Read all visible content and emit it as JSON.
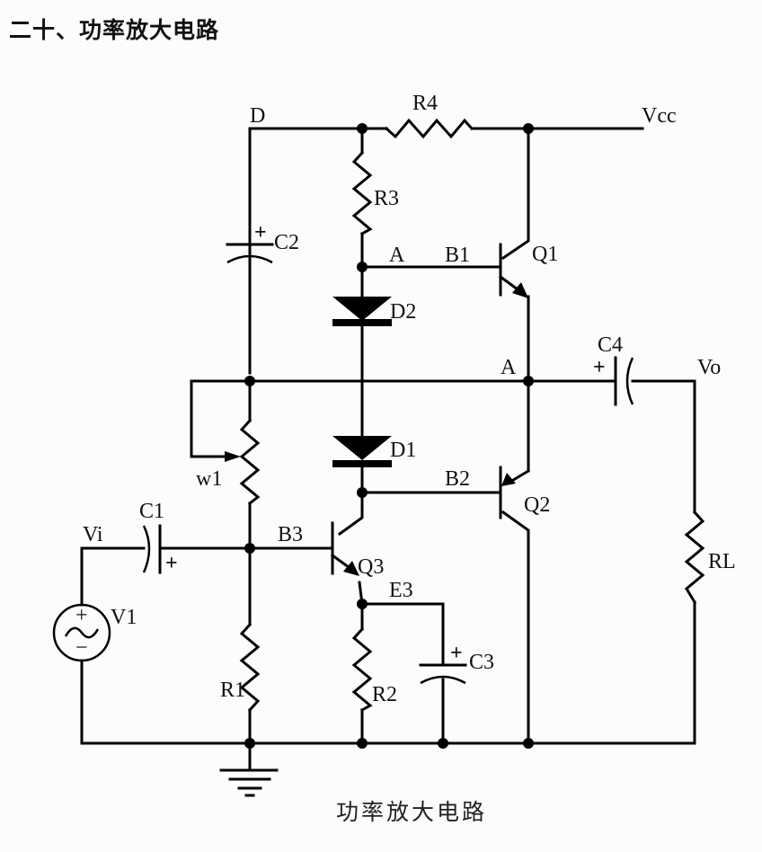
{
  "heading": "二十、功率放大电路",
  "caption": "功率放大电路",
  "labels": {
    "D": "D",
    "R4": "R4",
    "Vcc": "Vcc",
    "R3": "R3",
    "C2": "C2",
    "A_top": "A",
    "B1": "B1",
    "Q1": "Q1",
    "D2": "D2",
    "A_mid": "A",
    "C4": "C4",
    "Vo": "Vo",
    "D1": "D1",
    "w1": "w1",
    "B2": "B2",
    "Q2": "Q2",
    "Vi": "Vi",
    "C1": "C1",
    "B3": "B3",
    "Q3": "Q3",
    "V1": "V1",
    "E3": "E3",
    "RL": "RL",
    "C3": "C3",
    "R1": "R1",
    "R2": "R2",
    "plus": "+",
    "minus": "−"
  },
  "components": [
    {
      "ref": "R1",
      "type": "resistor"
    },
    {
      "ref": "R2",
      "type": "resistor"
    },
    {
      "ref": "R3",
      "type": "resistor"
    },
    {
      "ref": "R4",
      "type": "resistor"
    },
    {
      "ref": "RL",
      "type": "resistor"
    },
    {
      "ref": "w1",
      "type": "potentiometer"
    },
    {
      "ref": "C1",
      "type": "polarized-capacitor"
    },
    {
      "ref": "C2",
      "type": "polarized-capacitor"
    },
    {
      "ref": "C3",
      "type": "polarized-capacitor"
    },
    {
      "ref": "C4",
      "type": "polarized-capacitor"
    },
    {
      "ref": "D1",
      "type": "diode"
    },
    {
      "ref": "D2",
      "type": "diode"
    },
    {
      "ref": "Q1",
      "type": "npn-transistor"
    },
    {
      "ref": "Q2",
      "type": "pnp-transistor"
    },
    {
      "ref": "Q3",
      "type": "npn-transistor"
    },
    {
      "ref": "V1",
      "type": "ac-source"
    }
  ]
}
